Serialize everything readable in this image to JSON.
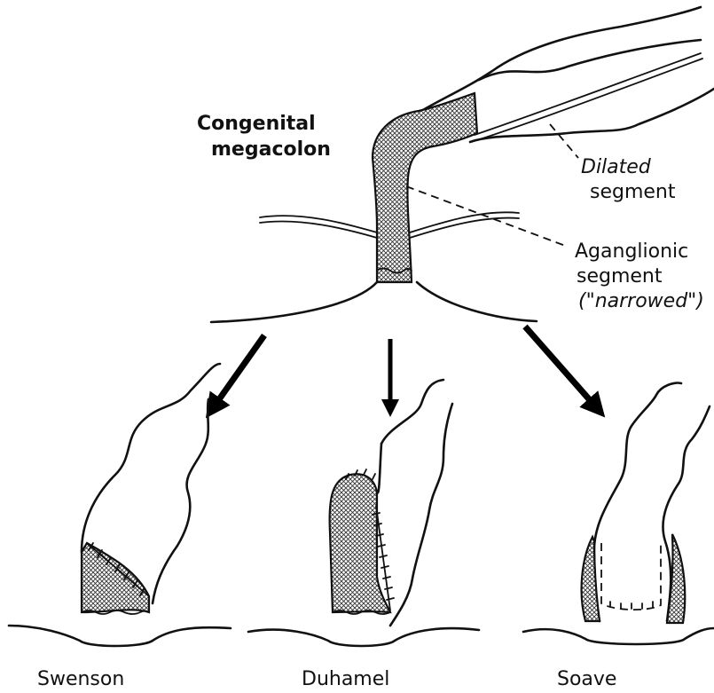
{
  "labels": {
    "title_line1": "Congenital",
    "title_line2": "megacolon",
    "dilated_line1": "Dilated",
    "dilated_line2": "segment",
    "aganglionic_line1": "Aganglionic",
    "aganglionic_line2": "segment",
    "aganglionic_line3": "(\"narrowed\")"
  },
  "procedures": [
    "Swenson",
    "Duhamel",
    "Soave"
  ]
}
